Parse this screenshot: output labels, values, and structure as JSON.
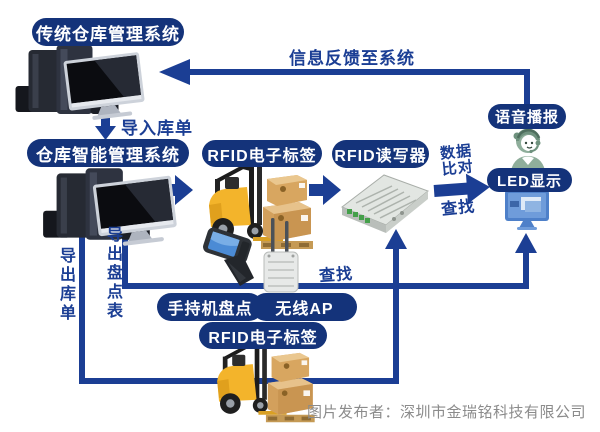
{
  "diagram": {
    "nodes": {
      "traditional_system": "传统仓库管理系统",
      "smart_system": "仓库智能管理系统",
      "rfid_tag_top": "RFID电子标签",
      "rfid_reader": "RFID读写器",
      "voice_broadcast": "语音播报",
      "led_display": "LED显示",
      "handheld_inventory": "手持机盘点",
      "wireless_ap": "无线AP",
      "rfid_tag_bottom": "RFID电子标签"
    },
    "edges": {
      "feedback_to_system": "信息反馈至系统",
      "import_order": "导入库单",
      "export_order": "导出库单",
      "export_checklist": "导出盘点表",
      "data_compare_line1": "数据",
      "data_compare_line2": "比对",
      "search_mid": "查找",
      "search_bottom": "查找"
    },
    "footer_credit": "图片发布者：深圳市金瑞铭科技有限公司",
    "colors": {
      "pill_bg": "#14337a",
      "pill_text": "#ffffff",
      "line": "#1b3e94",
      "label_text": "#1b3e94",
      "footer_text": "#8b8b8b",
      "background": "#ffffff"
    }
  }
}
